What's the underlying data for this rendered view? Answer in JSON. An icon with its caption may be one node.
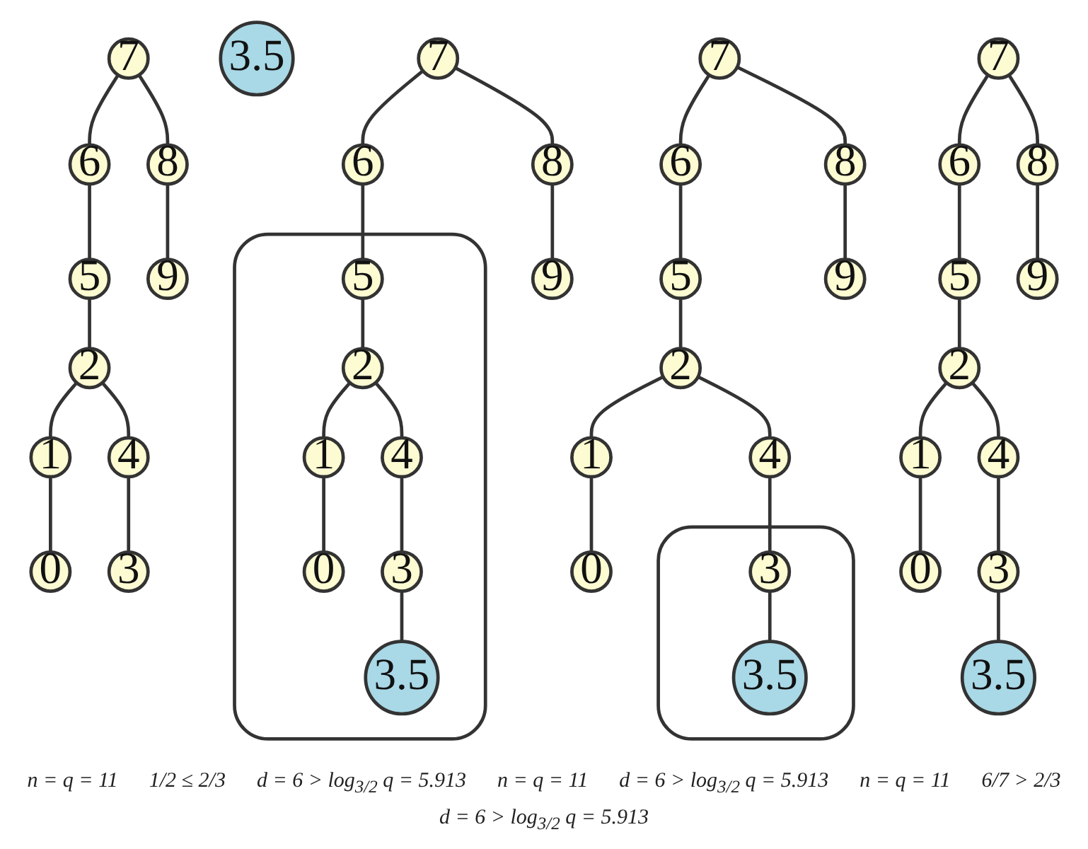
{
  "diagram": {
    "nodes": [
      {
        "text": [
          "7"
        ]
      },
      {
        "text": [
          "6"
        ]
      },
      {
        "text": [
          "8"
        ]
      },
      {
        "text": [
          "5"
        ]
      },
      {
        "text": [
          "9"
        ]
      },
      {
        "text": [
          "2"
        ]
      },
      {
        "text": [
          "1"
        ]
      },
      {
        "text": [
          "4"
        ]
      },
      {
        "text": [
          "0"
        ]
      },
      {
        "text": [
          "3"
        ]
      },
      {
        "text": [
          "3.5"
        ]
      },
      {
        "text": [
          "7"
        ]
      },
      {
        "text": [
          "6"
        ]
      },
      {
        "text": [
          "8"
        ]
      },
      {
        "text": [
          "5"
        ]
      },
      {
        "text": [
          "9"
        ]
      },
      {
        "text": [
          "2"
        ]
      },
      {
        "text": [
          "1"
        ]
      },
      {
        "text": [
          "4"
        ]
      },
      {
        "text": [
          "0"
        ]
      },
      {
        "text": [],
        "shape": "box"
      },
      {
        "text": [
          "3"
        ],
        "in": 20
      },
      {
        "text": [
          "3.5"
        ],
        "in": 20
      },
      {
        "text": [
          "7"
        ]
      },
      {
        "text": [
          "6"
        ]
      },
      {
        "text": [
          "8"
        ]
      },
      {
        "text": [
          "5"
        ]
      },
      {
        "text": [
          "9"
        ]
      },
      {
        "text": [
          "2"
        ]
      },
      {
        "text": [
          "1"
        ]
      },
      {
        "text": [
          "4"
        ]
      },
      {
        "text": [
          "0"
        ]
      },
      {
        "text": [
          "3"
        ]
      },
      {
        "text": [
          "3.5"
        ]
      },
      {
        "text": [
          "7"
        ]
      },
      {
        "text": [
          "6"
        ]
      },
      {
        "text": [
          "8"
        ]
      },
      {
        "text": [],
        "shape": "box"
      },
      {
        "text": [
          "5"
        ],
        "in": 37
      },
      {
        "text": [
          "9"
        ]
      },
      {
        "text": [
          "2"
        ],
        "in": 37
      },
      {
        "text": [
          "1"
        ],
        "in": 37
      },
      {
        "text": [
          "4"
        ],
        "in": 37
      },
      {
        "text": [
          "0"
        ],
        "in": 37
      },
      {
        "text": [
          "3"
        ],
        "in": 37
      },
      {
        "text": [
          "3.5"
        ],
        "in": 37
      }
    ],
    "edges": [
      {
        "from": 0,
        "to": 1,
        "arrow": "none"
      },
      {
        "from": 0,
        "to": 2,
        "arrow": "none"
      },
      {
        "from": 1,
        "to": 3,
        "arrow": "none"
      },
      {
        "from": 2,
        "to": 4,
        "arrow": "none"
      },
      {
        "from": 3,
        "to": 5,
        "arrow": "none"
      },
      {
        "from": 5,
        "to": 6,
        "arrow": "none"
      },
      {
        "from": 5,
        "to": 7,
        "arrow": "none"
      },
      {
        "from": 6,
        "to": 8,
        "arrow": "none"
      },
      {
        "from": 7,
        "to": 9,
        "arrow": "none"
      },
      {
        "from": 11,
        "to": 12,
        "arrow": "none"
      },
      {
        "from": 11,
        "to": 13,
        "arrow": "none"
      },
      {
        "from": 12,
        "to": 14,
        "arrow": "none"
      },
      {
        "from": 13,
        "to": 15,
        "arrow": "none"
      },
      {
        "from": 14,
        "to": 16,
        "arrow": "none"
      },
      {
        "from": 16,
        "to": 17,
        "arrow": "none"
      },
      {
        "from": 16,
        "to": 18,
        "arrow": "none"
      },
      {
        "from": 17,
        "to": 19,
        "arrow": "none"
      },
      {
        "from": 18,
        "to": 21,
        "arrow": "none"
      },
      {
        "from": 21,
        "to": 22,
        "arrow": "none"
      },
      {
        "from": 23,
        "to": 24,
        "arrow": "none"
      },
      {
        "from": 23,
        "to": 25,
        "arrow": "none"
      },
      {
        "from": 24,
        "to": 26,
        "arrow": "none"
      },
      {
        "from": 25,
        "to": 27,
        "arrow": "none"
      },
      {
        "from": 26,
        "to": 28,
        "arrow": "none"
      },
      {
        "from": 28,
        "to": 29,
        "arrow": "none"
      },
      {
        "from": 28,
        "to": 30,
        "arrow": "none"
      },
      {
        "from": 29,
        "to": 31,
        "arrow": "none"
      },
      {
        "from": 30,
        "to": 32,
        "arrow": "none"
      },
      {
        "from": 32,
        "to": 33,
        "arrow": "none"
      },
      {
        "from": 34,
        "to": 35,
        "arrow": "none"
      },
      {
        "from": 34,
        "to": 36,
        "arrow": "none"
      },
      {
        "from": 35,
        "to": 38,
        "arrow": "none"
      },
      {
        "from": 36,
        "to": 39,
        "arrow": "none"
      },
      {
        "from": 38,
        "to": 40,
        "arrow": "none"
      },
      {
        "from": 40,
        "to": 41,
        "arrow": "none"
      },
      {
        "from": 40,
        "to": 42,
        "arrow": "none"
      },
      {
        "from": 41,
        "to": 43,
        "arrow": "none"
      },
      {
        "from": 42,
        "to": 44,
        "arrow": "none"
      },
      {
        "from": 44,
        "to": 45,
        "arrow": "none"
      }
    ],
    "labels": [
      "n = q = 11",
      "1/2 ≤ 2/3",
      "d = 6 > log$_{3/2}$ q = 5.913",
      "n = q = 11",
      "d = 6 > log$_{3/2}$ q = 5.913",
      "n = q = 11",
      "6/7 > 2/3",
      "d = 6 > log$_{3/2}$ q = 5.913"
    ]
  }
}
